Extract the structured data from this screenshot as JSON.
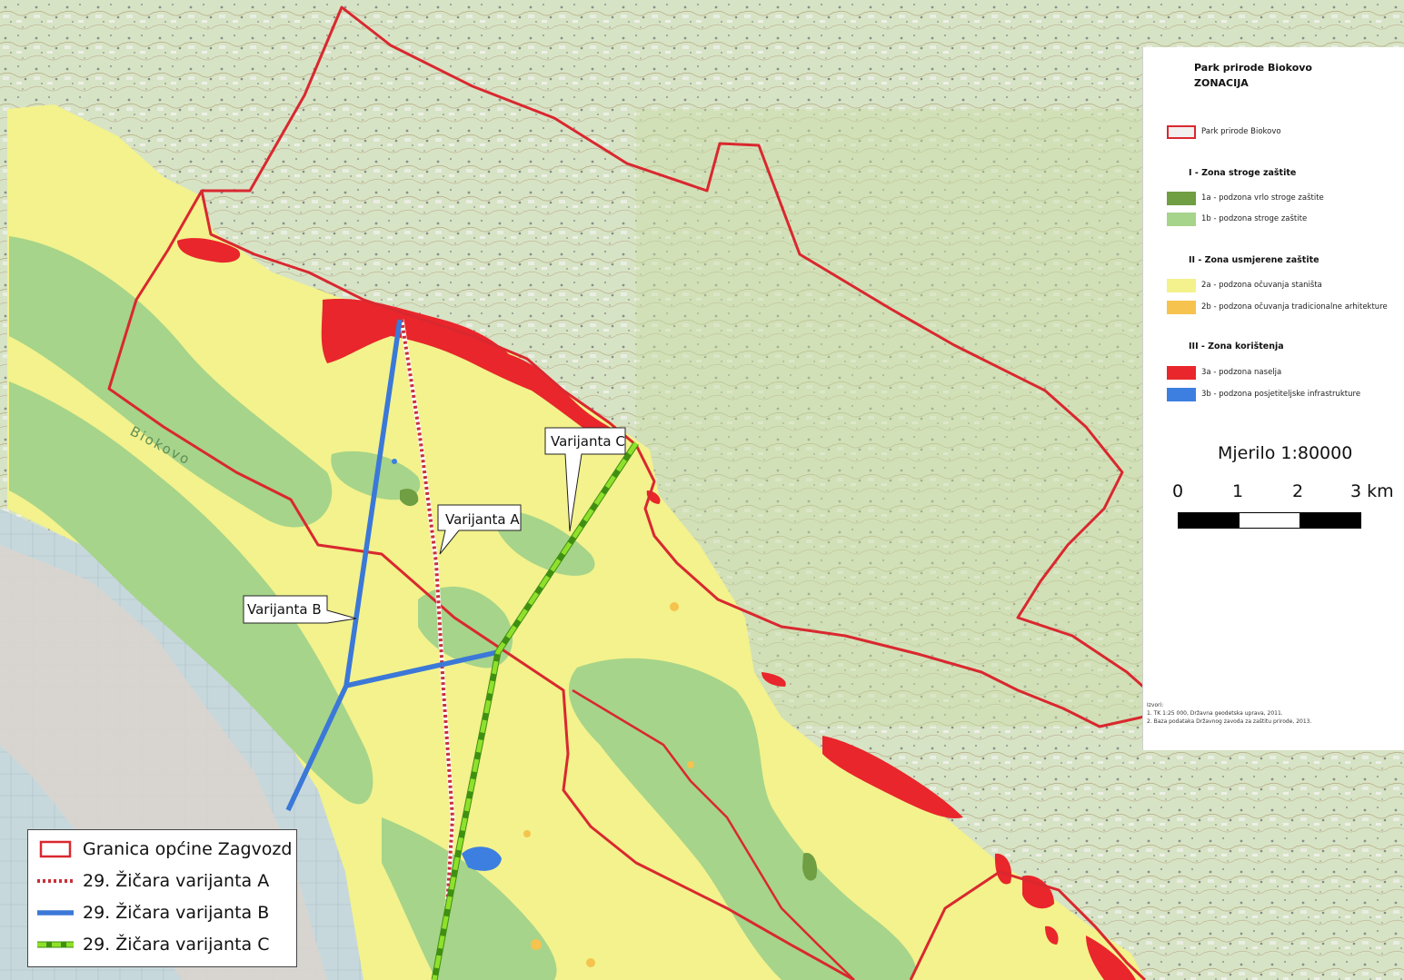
{
  "legend": {
    "title_line1": "Park prirode Biokovo",
    "title_line2": "ZONACIJA",
    "park": "Park prirode Biokovo",
    "zone1_header": "I - Zona stroge zaštite",
    "zone1a": "1a - podzona vrlo stroge zaštite",
    "zone1b": "1b - podzona stroge zaštite",
    "zone2_header": "II - Zona usmjerene zaštite",
    "zone2a": "2a - podzona očuvanja staništa",
    "zone2b": "2b - podzona očuvanja tradicionalne arhitekture",
    "zone3_header": "III - Zona korištenja",
    "zone3a": "3a - podzona naselja",
    "zone3b": "3b - podzona posjetiteljske infrastrukture",
    "sources_title": "Izvori:",
    "source1": "1. TK 1:25 000, Državna geodetska uprava, 2011.",
    "source2": "2. Baza podataka Državnog zavoda za zaštitu prirode, 2013."
  },
  "scale": {
    "title": "Mjerilo 1:80000",
    "labels": [
      "0",
      "1",
      "2",
      "3 km"
    ]
  },
  "callouts": {
    "a": "Varijanta A",
    "b": "Varijanta B",
    "c": "Varijanta C"
  },
  "map_labels": {
    "biokovo": "Biokovo"
  },
  "route_legend": {
    "border": "Granica općine Zagvozd",
    "route_a": "29. Žičara varijanta A",
    "route_b": "29. Žičara varijanta B",
    "route_c": "29. Žičara varijanta C"
  },
  "colors": {
    "topo_base": "#d9e4c9",
    "zone_1a": "#6f9e43",
    "zone_1b": "#a6d48a",
    "zone_2a": "#f3f28c",
    "zone_2b": "#f5c34e",
    "zone_3a": "#e8262b",
    "zone_3b": "#3c7fe0",
    "boundary": "#d9282f",
    "route_a": "#c8303a",
    "route_b": "#3b78d8",
    "route_c": "#6bc01f"
  }
}
